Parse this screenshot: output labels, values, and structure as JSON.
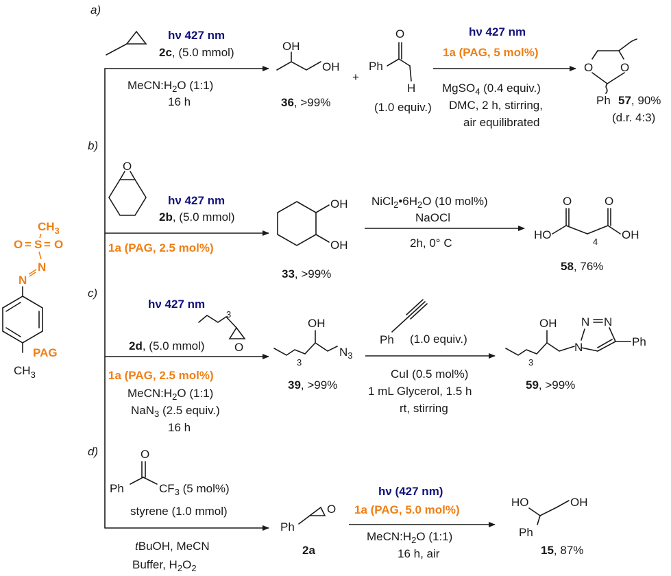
{
  "labels": {
    "a": "a)",
    "b": "b)",
    "c": "c)",
    "d": "d)"
  },
  "pag": {
    "ch3_top": "CH",
    "ch3_top_sub": "3",
    "o_left": "O",
    "eq": "=",
    "s": "S",
    "o_right": "O",
    "n1": "N",
    "n2": "N",
    "pag_label": "PAG",
    "ch3_bottom": "CH",
    "ch3_bottom_sub": "3"
  },
  "panel_a": {
    "hv": "hν 427 nm",
    "cpd_2c": "2c",
    "cond_2c": ", (5.0 mmol)",
    "solvent": "MeCN:H",
    "solvent_sub": "2",
    "solvent_end": "O (1:1)",
    "time": "16 h",
    "oh1": "OH",
    "oh2": "OH",
    "cpd_36": "36",
    "yield_36": ", >99%",
    "plus": "+",
    "ph": "Ph",
    "o": "O",
    "h": "H",
    "equiv": "(1.0 equiv.)",
    "hv2": "hν 427 nm",
    "cat": "1a (PAG,  5 mol%)",
    "mgso4": "MgSO",
    "mgso4_sub": "4",
    "mgso4_end": " (0.4 equiv.)",
    "dmc": "DMC, 2 h, stirring,",
    "air": "air equilibrated",
    "o57a": "O",
    "o57b": "O",
    "ph57": "Ph",
    "cpd_57": "57",
    "yield_57": ", 90%",
    "dr": "(d.r. 4:3)"
  },
  "panel_b": {
    "o_epox": "O",
    "hv": "hν 427 nm",
    "cpd_2b": "2b",
    "cond_2b": ", (5.0 mmol)",
    "cat": "1a (PAG,  2.5 mol%)",
    "oh1": "OH",
    "oh2": "OH",
    "cpd_33": "33",
    "yield_33": ", >99%",
    "ni": "NiCl",
    "ni_sub": "2",
    "ni_mid": "•6H",
    "ni_sub2": "2",
    "ni_end": "O (10 mol%)",
    "naocl": "NaOCl",
    "time": "2h, 0° C",
    "o1": "O",
    "o2": "O",
    "ho": "HO",
    "oh": "OH",
    "sub4": "4",
    "cpd_58": "58",
    "yield_58": ", 76%"
  },
  "panel_c": {
    "hv": "hν 427 nm",
    "sub3": "3",
    "o": "O",
    "cpd_2d": "2d",
    "cond_2d": ", (5.0 mmol)",
    "cat": "1a (PAG,  2.5 mol%)",
    "solvent": "MeCN:H",
    "solvent_sub": "2",
    "solvent_end": "O (1:1)",
    "nan3": "NaN",
    "nan3_sub": "3",
    "nan3_end": " (2.5 equiv.)",
    "time": "16 h",
    "oh": "OH",
    "n3": "N",
    "n3_sub": "3",
    "sub3b": "3",
    "cpd_39": "39",
    "yield_39": ", >99%",
    "ph": "Ph",
    "equiv": "(1.0 equiv.)",
    "cui": "CuI (0.5 mol%)",
    "glycerol": "1 mL Glycerol, 1.5 h",
    "rt": "rt, stirring",
    "oh59": "OH",
    "n1": "N",
    "n2": "N",
    "n3b": "N",
    "ph59": "Ph",
    "sub3c": "3",
    "cpd_59": "59",
    "yield_59": ", >99%"
  },
  "panel_d": {
    "o": "O",
    "ph": "Ph",
    "cf3": "CF",
    "cf3_sub": "3",
    "cf3_end": " (5 mol%)",
    "styrene": "styrene (1.0 mmol)",
    "tbuoh_t": "t",
    "tbuoh": "BuOH, MeCN",
    "buffer": "Buffer, H",
    "buffer_sub": "2",
    "buffer_mid": "O",
    "buffer_sub2": "2",
    "ph2a": "Ph",
    "o2a": "O",
    "cpd_2a": "2a",
    "hv": "hν (427 nm)",
    "cat": "1a (PAG, 5.0 mol%)",
    "solvent": "MeCN:H",
    "solvent_sub": "2",
    "solvent_end": "O (1:1)",
    "time": "16 h, air",
    "ho": "HO",
    "oh": "OH",
    "ph15": "Ph",
    "cpd_15": "15",
    "yield_15": ", 87%"
  }
}
